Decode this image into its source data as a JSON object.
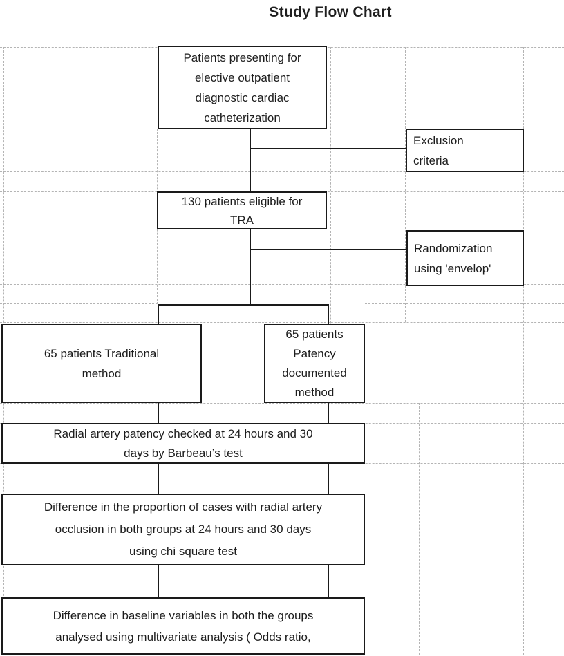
{
  "title": "Study Flow Chart",
  "flowchart": {
    "nodes": {
      "patients_presenting": {
        "text": "Patients presenting for elective outpatient diagnostic cardiac catheterization",
        "lines": [
          "Patients presenting for",
          "elective outpatient",
          "diagnostic cardiac",
          "catheterization"
        ]
      },
      "exclusion": {
        "text": "Exclusion criteria",
        "lines": [
          "Exclusion",
          "criteria"
        ]
      },
      "eligible": {
        "text": "130 patients eligible for TRA",
        "lines": [
          "130 patients eligible for",
          "TRA"
        ]
      },
      "randomization": {
        "text": "Randomization using 'envelop'",
        "lines": [
          "Randomization",
          "using 'envelop'"
        ]
      },
      "traditional": {
        "text": "65 patients Traditional method",
        "lines": [
          "65 patients Traditional",
          "method"
        ]
      },
      "patency_documented": {
        "text": "65 patients Patency documented method",
        "lines": [
          "65 patients",
          "Patency",
          "documented",
          "method"
        ]
      },
      "radial_check": {
        "text": "Radial artery patency checked at 24 hours and 30 days by Barbeau’s test",
        "lines": [
          "Radial artery patency checked at 24 hours and 30",
          "days by Barbeau’s test"
        ]
      },
      "chi_square": {
        "text": "Difference in the proportion of cases with radial artery occlusion in both groups at 24 hours and 30 days using chi square test",
        "lines": [
          "Difference in the proportion of cases with radial artery",
          "occlusion in both groups at 24 hours and 30 days",
          "using chi square test"
        ]
      },
      "baseline": {
        "text": "Difference in baseline variables in both the groups analysed using multivariate analysis ( Odds ratio,",
        "lines": [
          "Difference in baseline variables in both the groups",
          "analysed using multivariate analysis ( Odds ratio,"
        ]
      }
    },
    "edges": [
      {
        "from": "patients_presenting",
        "to": "exclusion"
      },
      {
        "from": "patients_presenting",
        "to": "eligible"
      },
      {
        "from": "eligible",
        "to": "randomization"
      },
      {
        "from": "eligible",
        "to": "traditional"
      },
      {
        "from": "eligible",
        "to": "patency_documented"
      },
      {
        "from": "traditional",
        "to": "radial_check"
      },
      {
        "from": "patency_documented",
        "to": "radial_check"
      },
      {
        "from": "radial_check",
        "to": "chi_square"
      },
      {
        "from": "chi_square",
        "to": "baseline"
      }
    ]
  },
  "colors": {
    "background": "#ffffff",
    "box_border": "#1a1a1a",
    "text": "#1d1d1d",
    "gridline": "#b4b4b4"
  }
}
